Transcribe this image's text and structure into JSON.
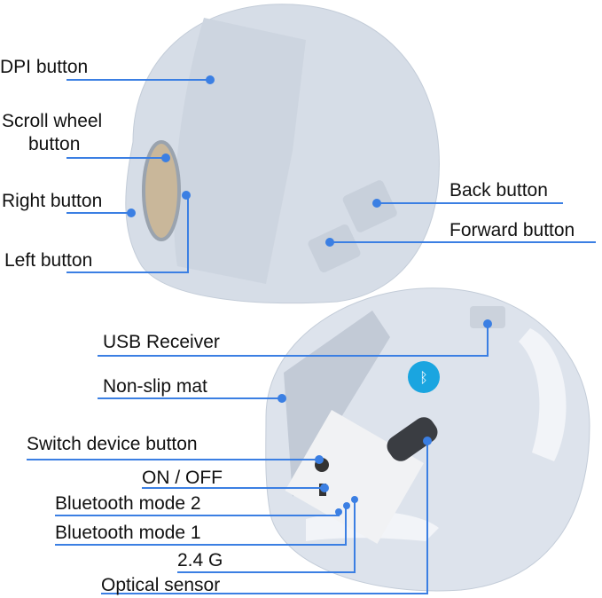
{
  "colors": {
    "line": "#3b7fe3",
    "mouse": "#d9dfe8",
    "mouse_shade": "#bfc8d4",
    "accent_badge": "#1aa5e0"
  },
  "labels": {
    "dpi": "DPI button",
    "scroll_1": "Scroll wheel",
    "scroll_2": "button",
    "right": "Right button",
    "left": "Left button",
    "back": "Back button",
    "forward": "Forward button",
    "usb": "USB Receiver",
    "mat": "Non-slip mat",
    "switch": "Switch device button",
    "onoff": "ON / OFF",
    "bt2": "Bluetooth mode 2",
    "bt1": "Bluetooth mode 1",
    "g24": "2.4 G",
    "sensor": "Optical sensor"
  },
  "icons": {
    "bluetooth_badge": "bluetooth-icon"
  }
}
